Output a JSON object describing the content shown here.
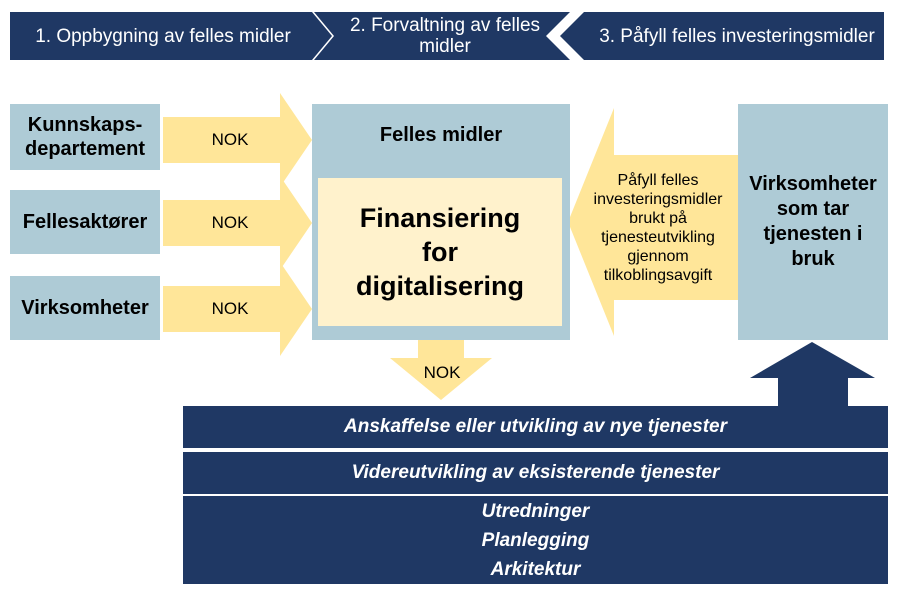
{
  "steps": [
    {
      "label": "1. Oppbygning av felles midler"
    },
    {
      "label": "2. Forvaltning av felles midler"
    },
    {
      "label": "3. Påfyll felles investeringsmidler"
    }
  ],
  "sources": [
    {
      "label": "Kunnskaps-departement",
      "arrow": "NOK"
    },
    {
      "label": "Fellesaktører",
      "arrow": "NOK"
    },
    {
      "label": "Virksomheter",
      "arrow": "NOK"
    }
  ],
  "center": {
    "title": "Felles midler",
    "inner": "Finansiering for digitalisering",
    "down_arrow": "NOK"
  },
  "refill": {
    "text": "Påfyll felles investeringsmidler brukt på tjenesteutvikling gjennom tilkoblingsavgift"
  },
  "right_box": {
    "label": "Virksomheter som tar tjenesten i bruk"
  },
  "uses": {
    "bar1": "Anskaffelse eller utvikling av nye tjenester",
    "bar2": "Videreutvikling av eksisterende tjenester",
    "bar3_lines": [
      "Utredninger",
      "Planlegging",
      "Arkitektur"
    ]
  },
  "colors": {
    "navy": "#1f3864",
    "light_blue": "#aecbd6",
    "arrow_yellow": "#ffe699",
    "inner_yellow": "#fff2cc"
  }
}
